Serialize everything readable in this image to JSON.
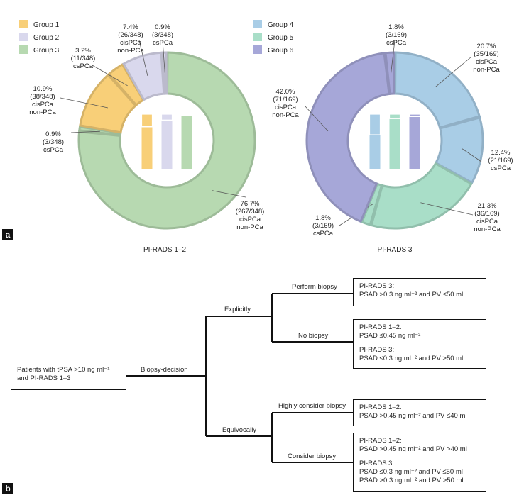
{
  "panel_a_label": "a",
  "panel_b_label": "b",
  "colors": {
    "group1": "#F8CF78",
    "group2": "#D9D8ED",
    "group3": "#B7D9B1",
    "group4": "#A9CDE6",
    "group5": "#A9DEC8",
    "group6": "#A6A7D8"
  },
  "legend_left": [
    {
      "label": "Group 1",
      "color": "#F8CF78"
    },
    {
      "label": "Group 2",
      "color": "#D9D8ED"
    },
    {
      "label": "Group 3",
      "color": "#B7D9B1"
    }
  ],
  "legend_right": [
    {
      "label": "Group 4",
      "color": "#A9CDE6"
    },
    {
      "label": "Group 5",
      "color": "#A9DEC8"
    },
    {
      "label": "Group 6",
      "color": "#A6A7D8"
    }
  ],
  "chart_data": [
    {
      "type": "pie",
      "title": "PI-RADS 1–2",
      "slices": [
        {
          "group": "Group 3",
          "value": 76.7,
          "label": [
            "76.7%",
            "(267/348)",
            "cisPCa",
            "non-PCa"
          ],
          "color": "#B7D9B1"
        },
        {
          "group": "Group 3",
          "value": 0.9,
          "label": [
            "0.9%",
            "(3/348)",
            "csPCa"
          ],
          "color": "#B7D9B1"
        },
        {
          "group": "Group 1",
          "value": 10.9,
          "label": [
            "10.9%",
            "(38/348)",
            "cisPCa",
            "non-PCa"
          ],
          "color": "#F8CF78"
        },
        {
          "group": "Group 1",
          "value": 3.2,
          "label": [
            "3.2%",
            "(11/348)",
            "csPCa"
          ],
          "color": "#F8CF78"
        },
        {
          "group": "Group 2",
          "value": 7.4,
          "label": [
            "7.4%",
            "(26/348)",
            "cisPCa",
            "non-PCa"
          ],
          "color": "#D9D8ED"
        },
        {
          "group": "Group 2",
          "value": 0.9,
          "label": [
            "0.9%",
            "(3/348)",
            "csPCa"
          ],
          "color": "#D9D8ED"
        }
      ],
      "center_bars": [
        {
          "group": "Group 1",
          "total": 14.1,
          "cspca": 3.2,
          "color": "#F8CF78"
        },
        {
          "group": "Group 2",
          "total": 8.3,
          "cspca": 0.9,
          "color": "#D9D8ED"
        },
        {
          "group": "Group 3",
          "total": 77.6,
          "cspca": 0.9,
          "color": "#B7D9B1"
        }
      ]
    },
    {
      "type": "pie",
      "title": "PI-RADS 3",
      "slices": [
        {
          "group": "Group 4",
          "value": 20.7,
          "label": [
            "20.7%",
            "(35/169)",
            "cisPCa",
            "non-PCa"
          ],
          "color": "#A9CDE6"
        },
        {
          "group": "Group 4",
          "value": 12.4,
          "label": [
            "12.4%",
            "(21/169)",
            "csPCa"
          ],
          "color": "#A9CDE6"
        },
        {
          "group": "Group 5",
          "value": 21.3,
          "label": [
            "21.3%",
            "(36/169)",
            "cisPCa",
            "non-PCa"
          ],
          "color": "#A9DEC8"
        },
        {
          "group": "Group 5",
          "value": 1.8,
          "label": [
            "1.8%",
            "(3/169)",
            "csPCa"
          ],
          "color": "#A9DEC8"
        },
        {
          "group": "Group 6",
          "value": 42.0,
          "label": [
            "42.0%",
            "(71/169)",
            "cisPCa",
            "non-PCa"
          ],
          "color": "#A6A7D8"
        },
        {
          "group": "Group 6",
          "value": 1.8,
          "label": [
            "1.8%",
            "(3/169)",
            "csPCa"
          ],
          "color": "#A6A7D8"
        }
      ],
      "center_bars": [
        {
          "group": "Group 4",
          "total": 33.1,
          "cspca": 12.4,
          "color": "#A9CDE6"
        },
        {
          "group": "Group 5",
          "total": 23.1,
          "cspca": 1.8,
          "color": "#A9DEC8"
        },
        {
          "group": "Group 6",
          "total": 43.8,
          "cspca": 1.8,
          "color": "#A6A7D8"
        }
      ]
    }
  ],
  "tree": {
    "root": [
      "Patients with tPSA >10 ng ml⁻¹",
      "and PI-RADS 1–3"
    ],
    "decision": "Biopsy-decision",
    "explicitly": "Explicitly",
    "equivocally": "Equivocally",
    "perform_biopsy": "Perform biopsy",
    "no_biopsy": "No biopsy",
    "highly_consider": "Highly consider biopsy",
    "consider": "Consider biopsy",
    "box_perform": [
      "PI-RADS 3:",
      "PSAD >0.3 ng ml⁻² and PV ≤50 ml"
    ],
    "box_no_1": [
      "PI-RADS 1–2:",
      "PSAD ≤0.45 ng ml⁻²"
    ],
    "box_no_2": [
      "PI-RADS 3:",
      "PSAD ≤0.3 ng ml⁻² and PV >50 ml"
    ],
    "box_highly": [
      "PI-RADS 1–2:",
      "PSAD >0.45 ng ml⁻² and PV ≤40 ml"
    ],
    "box_consider_1": [
      "PI-RADS 1–2:",
      "PSAD >0.45 ng ml⁻² and PV >40 ml"
    ],
    "box_consider_2": [
      "PI-RADS 3:",
      "PSAD ≤0.3 ng ml⁻² and PV ≤50 ml",
      "PSAD >0.3 ng ml⁻² and PV >50 ml"
    ]
  }
}
